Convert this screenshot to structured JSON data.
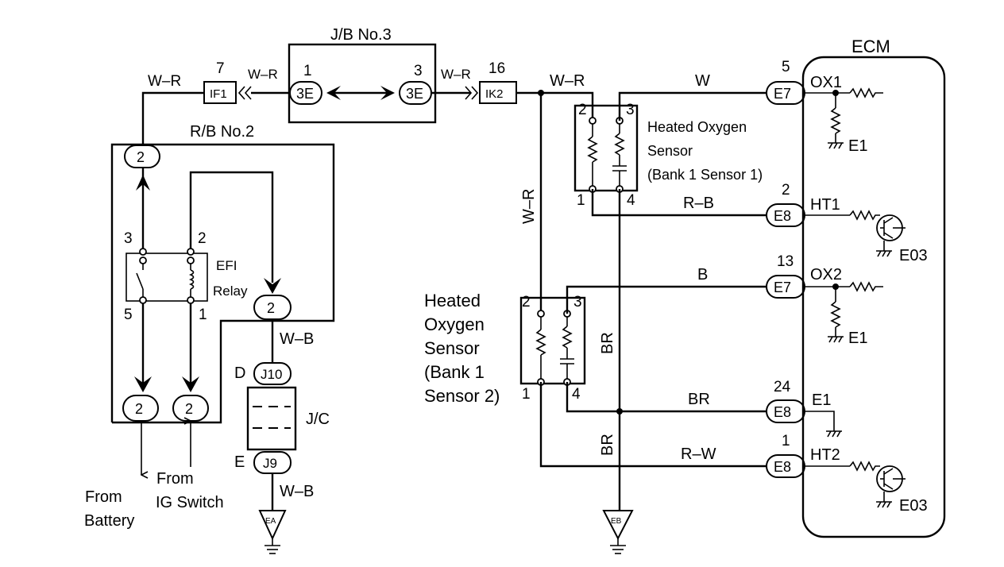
{
  "ecm": {
    "title": "ECM",
    "pins": {
      "ox1": "OX1",
      "e1_top": "E1",
      "ht1": "HT1",
      "e03_top": "E03",
      "ox2": "OX2",
      "e1_mid": "E1",
      "e1_low": "E1",
      "ht2": "HT2",
      "e03_bottom": "E03"
    },
    "connectors": [
      {
        "name": "E7",
        "pin": "5",
        "wire": "W"
      },
      {
        "name": "E8",
        "pin": "2",
        "wire": "R–B"
      },
      {
        "name": "E7",
        "pin": "13",
        "wire": "B"
      },
      {
        "name": "E8",
        "pin": "24",
        "wire": "BR"
      },
      {
        "name": "E8",
        "pin": "1",
        "wire": "R–W"
      }
    ]
  },
  "jb3": {
    "title": "J/B No.3",
    "pin_left": "1",
    "pin_right": "3",
    "connector_left": "3E",
    "connector_right": "3E"
  },
  "inline_left": {
    "name": "IF1",
    "pin": "7"
  },
  "inline_right": {
    "name": "IK2",
    "pin": "16"
  },
  "rb2": {
    "title": "R/B No.2",
    "connector": "2"
  },
  "relay": {
    "line1": "EFI",
    "line2": "Relay",
    "pin3": "3",
    "pin2": "2",
    "pin5": "5",
    "pin1": "1"
  },
  "jc": {
    "title": "J/C",
    "top_label": "D",
    "top_connector": "J10",
    "bottom_label": "E",
    "bottom_connector": "J9"
  },
  "sensor1": {
    "line1": "Heated Oxygen",
    "line2": "Sensor",
    "line3": "(Bank 1 Sensor 1)",
    "pin2": "2",
    "pin3": "3",
    "pin1": "1",
    "pin4": "4"
  },
  "sensor2": {
    "line1": "Heated",
    "line2": "Oxygen",
    "line3": "Sensor",
    "line4": "(Bank 1",
    "line5": "Sensor 2)",
    "pin2": "2",
    "pin3": "3",
    "pin1": "1",
    "pin4": "4"
  },
  "wires": {
    "wr_left": "W–R",
    "wr_mid": "W–R",
    "wr_right": "W–R",
    "wr_top": "W–R",
    "wr_vertical": "W–R",
    "wb_upper": "W–B",
    "wb_lower": "W–B",
    "br_upper": "BR",
    "br_lower": "BR"
  },
  "grounds": {
    "ea": "EA",
    "eb": "EB"
  },
  "sources": {
    "battery_line1": "From",
    "battery_line2": "Battery",
    "ig_line1": "From",
    "ig_line2": "IG Switch"
  }
}
